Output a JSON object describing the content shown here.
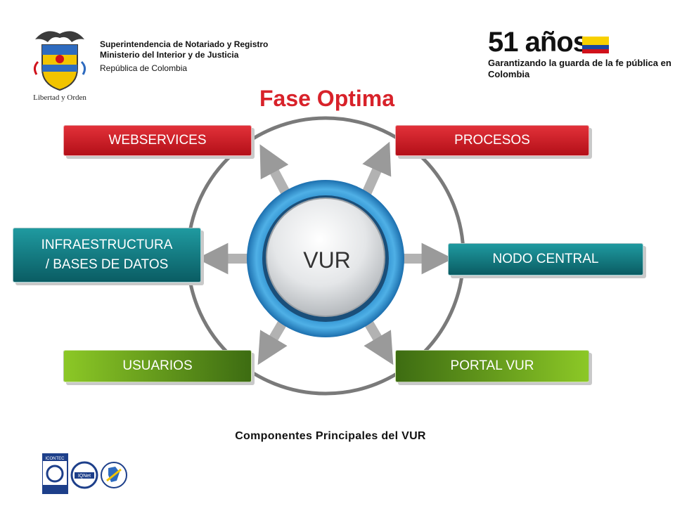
{
  "header": {
    "org_line1": "Superintendencia de Notariado y Registro",
    "org_line2": "Ministerio del Interior y de Justicia",
    "org_line3": "República de Colombia",
    "crest_motto": "Libertad y Orden",
    "anniversary_big": "51 años",
    "anniversary_line1": "Garantizando la guarda de la fe pública en",
    "anniversary_line2": "Colombia"
  },
  "title": "Fase Optima",
  "diagram": {
    "center": "VUR",
    "nodes": {
      "webservices": "WEBSERVICES",
      "procesos": "PROCESOS",
      "infra_line1": "INFRAESTRUCTURA",
      "infra_line2": "/ BASES DE DATOS",
      "nodo": "NODO CENTRAL",
      "usuarios": "USUARIOS",
      "portal": "PORTAL VUR"
    }
  },
  "caption": "Componentes Principales del VUR",
  "footer": {
    "cert1_name": "ICONTEC",
    "cert2_name": "IQNet"
  },
  "colors": {
    "title": "#d8222a",
    "red": "#c4161f",
    "teal": "#0f7278",
    "green": "#6aa51b",
    "ring": "#2a90d0"
  }
}
